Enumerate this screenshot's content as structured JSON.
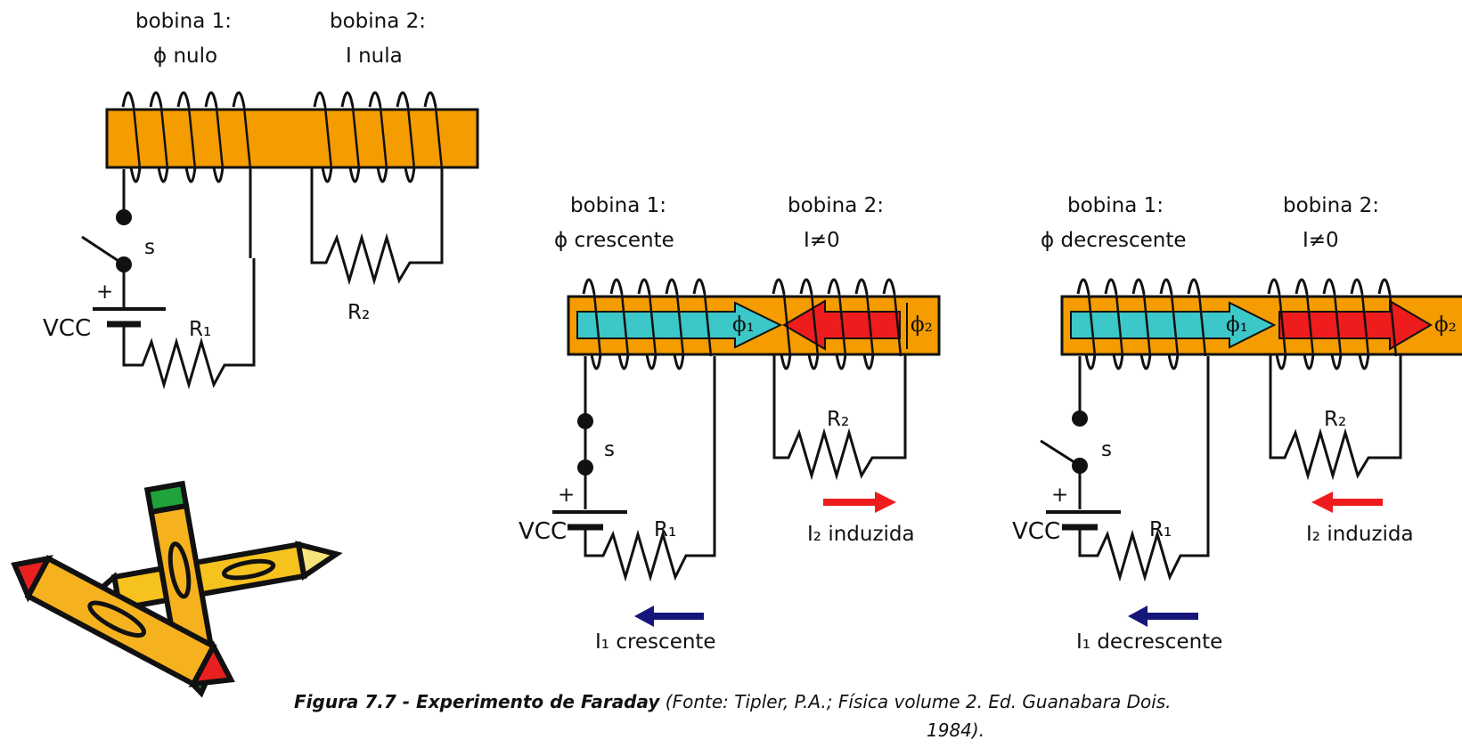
{
  "panel_left": {
    "coil1_line1": "bobina 1:",
    "coil1_line2": "ϕ nulo",
    "coil2_line1": "bobina 2:",
    "coil2_line2": "I nula",
    "switch": "s",
    "plus": "+",
    "vcc": "VCC",
    "r1": "R₁",
    "r2": "R₂"
  },
  "panel_mid": {
    "coil1_line1": "bobina 1:",
    "coil1_line2": "ϕ crescente",
    "coil2_line1": "bobina 2:",
    "coil2_line2": "I≠0",
    "phi1": "ϕ₁",
    "phi2": "ϕ₂",
    "switch": "s",
    "plus": "+",
    "vcc": "VCC",
    "r1": "R₁",
    "r2": "R₂",
    "i2": "I₂ induzida",
    "i1": "I₁ crescente"
  },
  "panel_right": {
    "coil1_line1": "bobina 1:",
    "coil1_line2": "ϕ decrescente",
    "coil2_line1": "bobina 2:",
    "coil2_line2": "I≠0",
    "phi1": "ϕ₁",
    "phi2": "ϕ₂",
    "switch": "s",
    "plus": "+",
    "vcc": "VCC",
    "r1": "R₁",
    "r2": "R₂",
    "i2": "I₂ induzida",
    "i1": "I₁ decrescente"
  },
  "caption": {
    "bold": "Figura 7.7 - Experimento de Faraday",
    "rest": " (Fonte: Tipler, P.A.; Física volume 2. Ed. Guanabara Dois. ",
    "line2": "1984)."
  },
  "colors": {
    "core": "#f59c00",
    "flux1": "#3cc8c8",
    "flux2": "#ee1c1c",
    "current_i2": "#ee1c1c",
    "current_i1": "#16167a"
  },
  "decoration": "crayons-clipart"
}
